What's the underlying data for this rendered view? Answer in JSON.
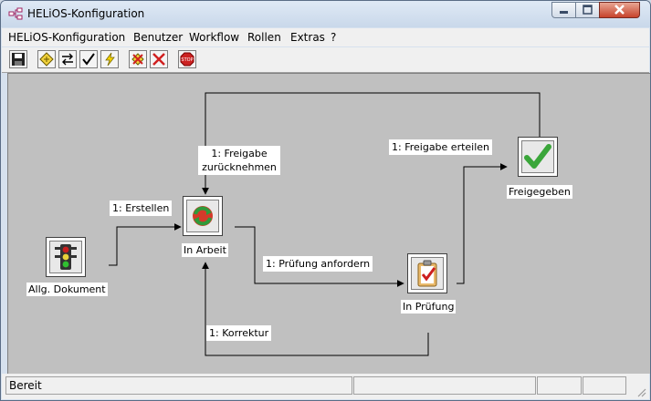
{
  "window": {
    "title": "HELiOS-Konfiguration"
  },
  "menu": [
    {
      "label": "HELiOS-Konfiguration"
    },
    {
      "label": "Benutzer"
    },
    {
      "label": "Workflow"
    },
    {
      "label": "Rollen"
    },
    {
      "label": "Extras"
    },
    {
      "label": "?"
    }
  ],
  "toolbar": {
    "buttons": [
      {
        "icon": "save-icon"
      },
      {
        "icon": "diamond-icon"
      },
      {
        "icon": "swap-arrows-icon"
      },
      {
        "icon": "checkmark-icon"
      },
      {
        "icon": "lightning-icon"
      },
      {
        "icon": "delete-node-icon"
      },
      {
        "icon": "delete-icon"
      },
      {
        "icon": "stop-icon"
      }
    ],
    "stop_text": "STOP"
  },
  "workflow": {
    "nodes": [
      {
        "id": "allg",
        "label": "Allg. Dokument",
        "icon": "traffic-light-icon"
      },
      {
        "id": "arbeit",
        "label": "In Arbeit",
        "icon": "recycle-icon"
      },
      {
        "id": "pruefung",
        "label": "In Prüfung",
        "icon": "clipboard-check-icon"
      },
      {
        "id": "frei",
        "label": "Freigegeben",
        "icon": "green-check-icon"
      }
    ],
    "edges": [
      {
        "label": "1: Erstellen"
      },
      {
        "label": "1: Freigabe",
        "label2": "zurücknehmen"
      },
      {
        "label": "1: Prüfung anfordern"
      },
      {
        "label": "1: Korrektur"
      },
      {
        "label": "1: Freigabe erteilen"
      }
    ]
  },
  "statusbar": {
    "text": "Bereit"
  },
  "colors": {
    "canvas": "#c0c0c0",
    "check_green": "#3aa63a",
    "stop_red": "#cc2222"
  }
}
